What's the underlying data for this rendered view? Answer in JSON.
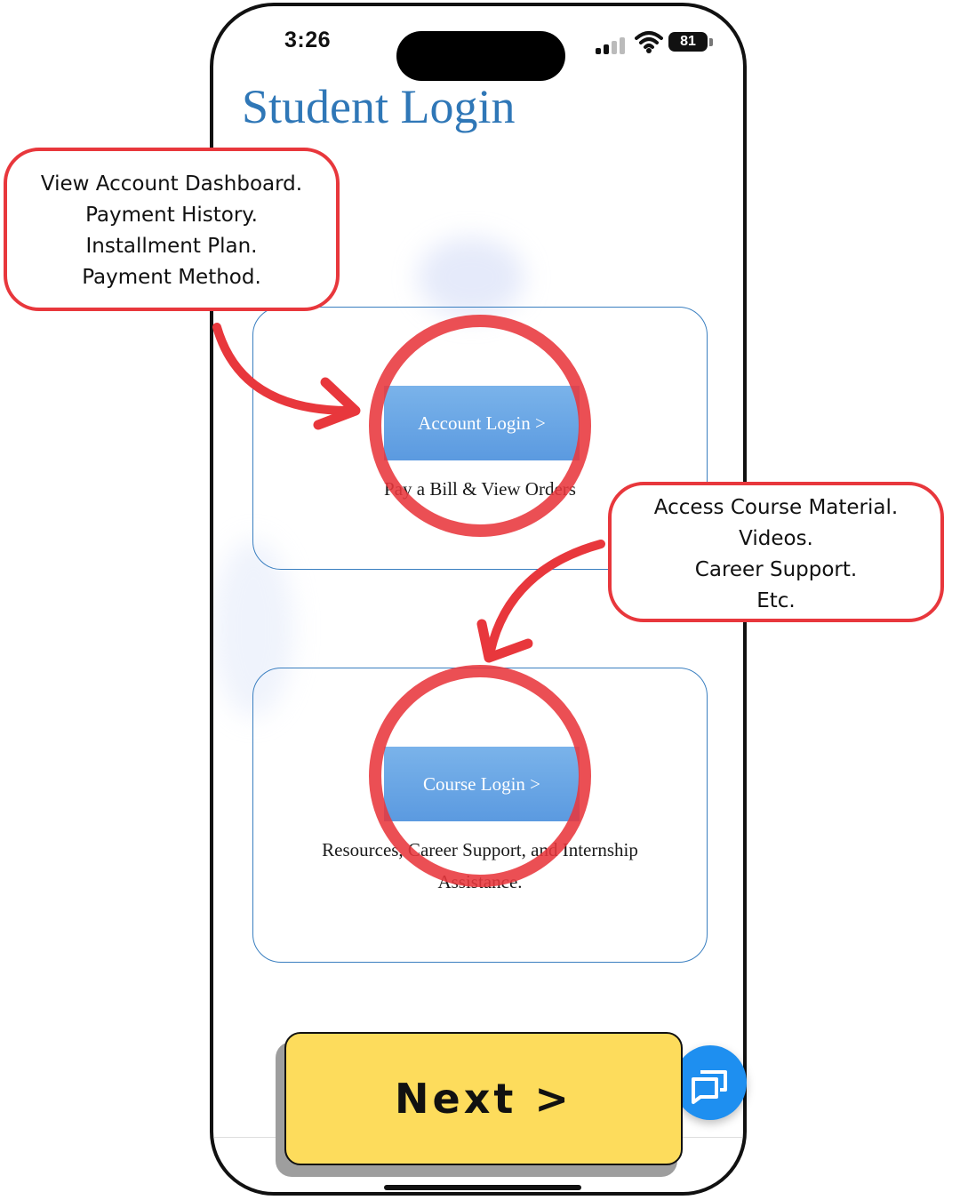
{
  "status_bar": {
    "time": "3:26",
    "battery": "81"
  },
  "page": {
    "title": "Student Login"
  },
  "cards": [
    {
      "button_label": "Account Login >",
      "description": "Pay a Bill & View Orders"
    },
    {
      "button_label": "Course Login >",
      "description": "Resources, Career Support, and Internship Assistance."
    }
  ],
  "callouts": [
    {
      "lines": [
        "View Account Dashboard.",
        "Payment History.",
        "Installment Plan.",
        "Payment Method."
      ]
    },
    {
      "lines": [
        "Access Course Material.",
        "Videos.",
        "Career Support.",
        "Etc."
      ]
    }
  ],
  "next_button": {
    "label": "Next >"
  },
  "icons": {
    "chat": "chat-icon",
    "signal": "cellular-signal-icon",
    "wifi": "wifi-icon",
    "battery": "battery-icon"
  },
  "colors": {
    "title_blue": "#2f77b7",
    "button_blue": "#5b9ae0",
    "annotation_red": "#e8373c",
    "next_yellow": "#fddc5c",
    "fab_blue": "#1e8ff0"
  }
}
